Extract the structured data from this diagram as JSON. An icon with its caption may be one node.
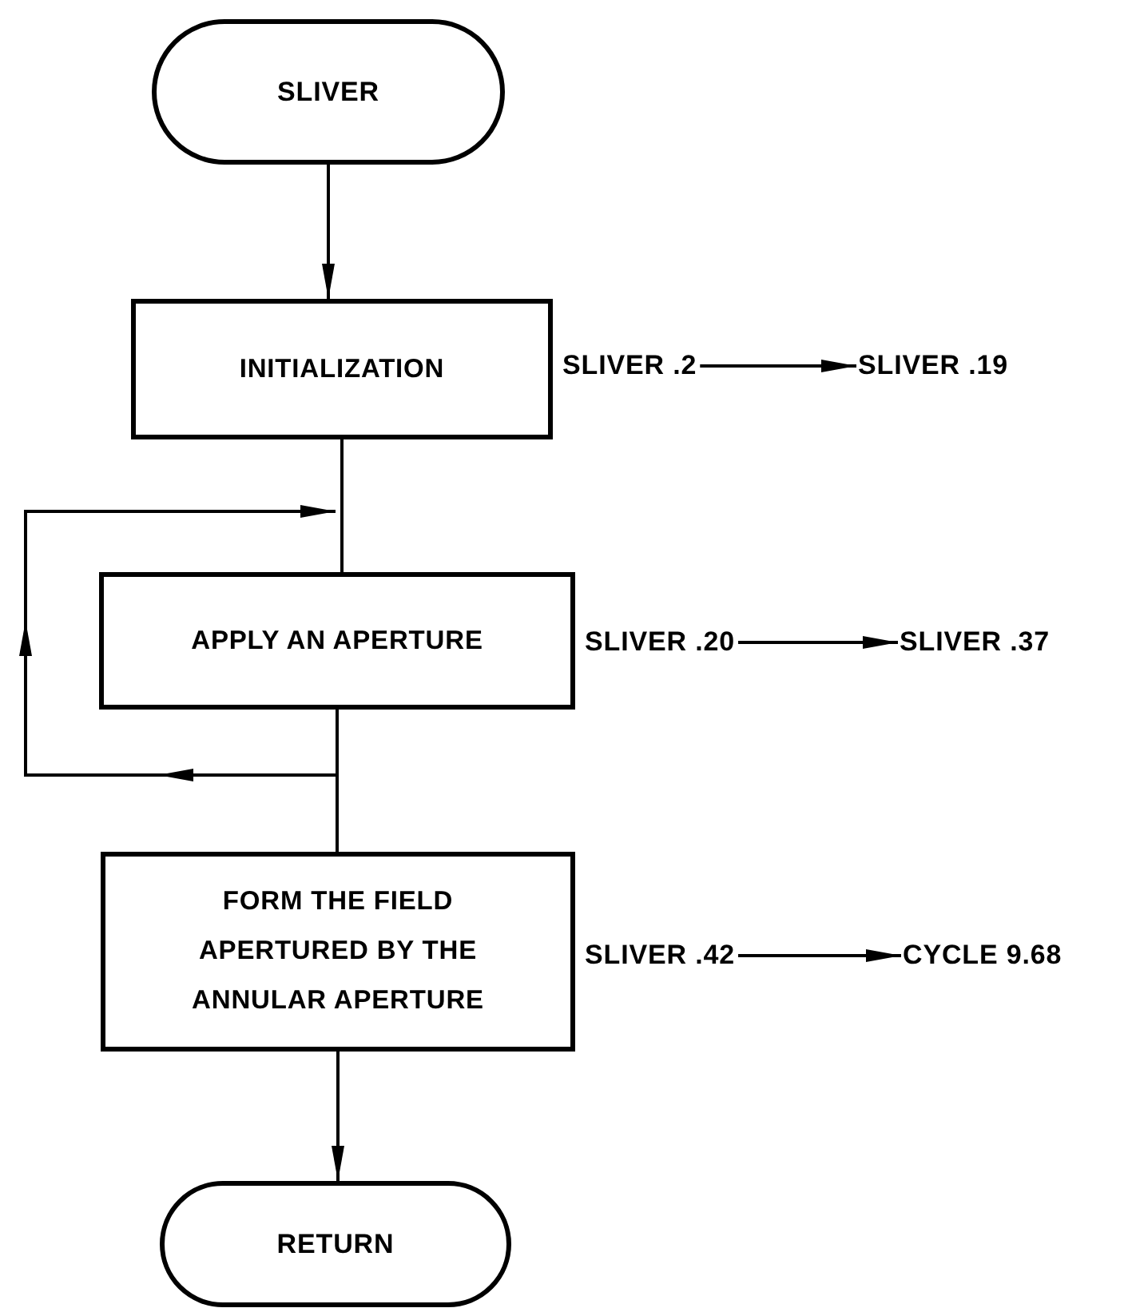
{
  "diagram": {
    "nodes": [
      {
        "text": [
          "SLIVER"
        ]
      },
      {
        "text": [
          "INITIALIZATION"
        ]
      },
      {
        "text": [
          "APPLY AN APERTURE"
        ]
      },
      {
        "text": [
          "FORM THE FIELD APERTURED BY THE ANNULAR APERTURE"
        ]
      },
      {
        "text": [
          "RETURN"
        ]
      },
      {
        "text": [
          "SLIVER .2"
        ]
      },
      {
        "text": [
          "SLIVER .19"
        ]
      },
      {
        "text": [
          "SLIVER .20"
        ]
      },
      {
        "text": [
          "SLIVER .37"
        ]
      },
      {
        "text": [
          "SLIVER .42"
        ]
      },
      {
        "text": [
          "CYCLE 9.68"
        ]
      }
    ],
    "edges": [
      {
        "from": 0,
        "to": 1,
        "arrow": "to"
      },
      {
        "from": 1,
        "to": 2,
        "arrow": "none"
      },
      {
        "from": 2,
        "to": 2,
        "arrow": "to"
      },
      {
        "from": 2,
        "to": 3,
        "arrow": "none"
      },
      {
        "from": 3,
        "to": 4,
        "arrow": "to"
      },
      {
        "from": 5,
        "to": 6,
        "arrow": "to"
      },
      {
        "from": 7,
        "to": 8,
        "arrow": "to"
      },
      {
        "from": 9,
        "to": 10,
        "arrow": "to"
      }
    ]
  }
}
